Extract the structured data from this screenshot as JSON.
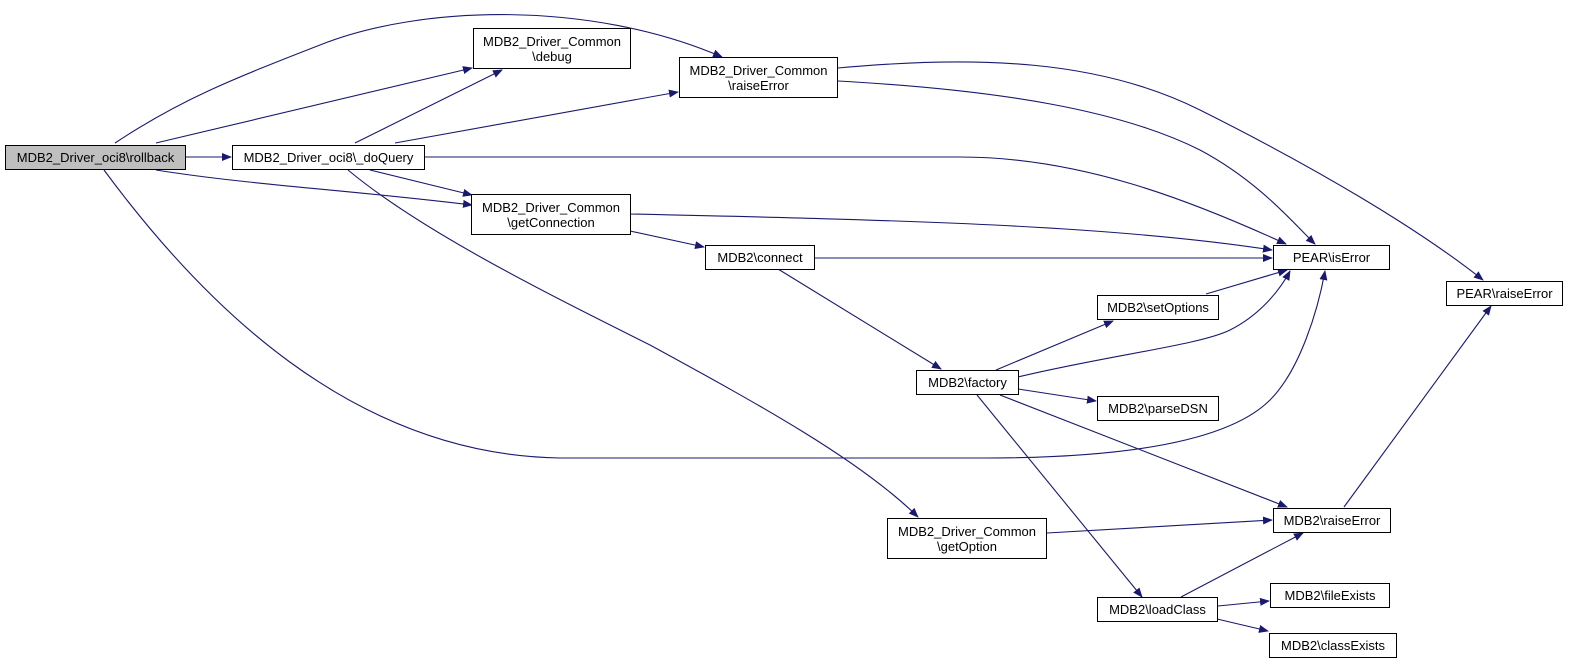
{
  "diagram": {
    "colors": {
      "edge": "#191970",
      "node_border": "#000000",
      "node_fill": "#ffffff",
      "root_fill": "#bfbfbf"
    },
    "nodes": {
      "rollback": {
        "lines": [
          "MDB2_Driver_oci8\\rollback"
        ]
      },
      "doQuery": {
        "lines": [
          "MDB2_Driver_oci8\\_doQuery"
        ]
      },
      "debug": {
        "lines": [
          "MDB2_Driver_Common",
          "\\debug"
        ]
      },
      "raiseError_common": {
        "lines": [
          "MDB2_Driver_Common",
          "\\raiseError"
        ]
      },
      "getConnection": {
        "lines": [
          "MDB2_Driver_Common",
          "\\getConnection"
        ]
      },
      "connect": {
        "lines": [
          "MDB2\\connect"
        ]
      },
      "pear_isError": {
        "lines": [
          "PEAR\\isError"
        ]
      },
      "pear_raiseError": {
        "lines": [
          "PEAR\\raiseError"
        ]
      },
      "setOptions": {
        "lines": [
          "MDB2\\setOptions"
        ]
      },
      "factory": {
        "lines": [
          "MDB2\\factory"
        ]
      },
      "parseDSN": {
        "lines": [
          "MDB2\\parseDSN"
        ]
      },
      "getOption": {
        "lines": [
          "MDB2_Driver_Common",
          "\\getOption"
        ]
      },
      "mdb2_raiseError": {
        "lines": [
          "MDB2\\raiseError"
        ]
      },
      "loadClass": {
        "lines": [
          "MDB2\\loadClass"
        ]
      },
      "fileExists": {
        "lines": [
          "MDB2\\fileExists"
        ]
      },
      "classExists": {
        "lines": [
          "MDB2\\classExists"
        ]
      }
    },
    "edges": [
      [
        "rollback",
        "doQuery"
      ],
      [
        "rollback",
        "debug"
      ],
      [
        "rollback",
        "raiseError_common"
      ],
      [
        "rollback",
        "getConnection"
      ],
      [
        "rollback",
        "pear_isError"
      ],
      [
        "doQuery",
        "debug"
      ],
      [
        "doQuery",
        "raiseError_common"
      ],
      [
        "doQuery",
        "getConnection"
      ],
      [
        "doQuery",
        "pear_isError"
      ],
      [
        "doQuery",
        "getOption"
      ],
      [
        "raiseError_common",
        "pear_isError"
      ],
      [
        "raiseError_common",
        "pear_raiseError"
      ],
      [
        "getConnection",
        "connect"
      ],
      [
        "getConnection",
        "pear_isError"
      ],
      [
        "connect",
        "pear_isError"
      ],
      [
        "connect",
        "factory"
      ],
      [
        "factory",
        "setOptions"
      ],
      [
        "factory",
        "pear_isError"
      ],
      [
        "factory",
        "parseDSN"
      ],
      [
        "factory",
        "mdb2_raiseError"
      ],
      [
        "factory",
        "loadClass"
      ],
      [
        "setOptions",
        "pear_isError"
      ],
      [
        "getOption",
        "mdb2_raiseError"
      ],
      [
        "mdb2_raiseError",
        "pear_raiseError"
      ],
      [
        "loadClass",
        "mdb2_raiseError"
      ],
      [
        "loadClass",
        "fileExists"
      ],
      [
        "loadClass",
        "classExists"
      ]
    ]
  }
}
